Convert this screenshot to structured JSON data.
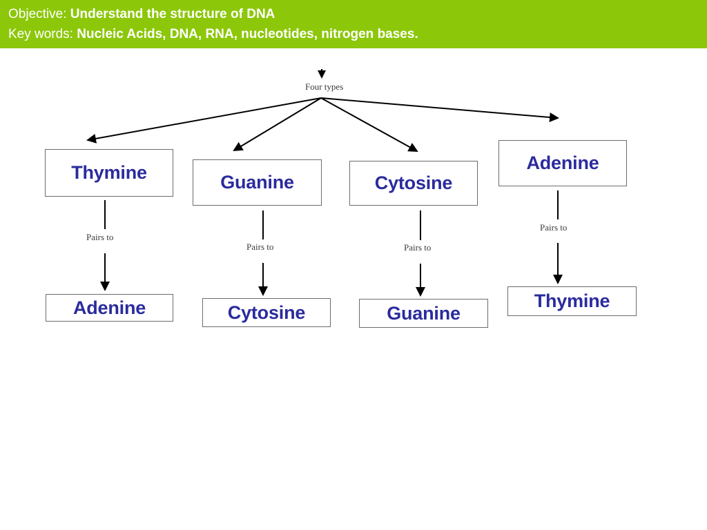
{
  "banner": {
    "line1_lead": "Objective:",
    "line1_emph": "Understand the structure of DNA",
    "line2_lead": "Key words:",
    "line2_emph": "Nucleic Acids, DNA, RNA, nucleotides, nitrogen bases.",
    "background_color": "#8CC70A",
    "text_color": "#FFFFFF"
  },
  "diagram": {
    "root_label": "Four types",
    "box_text_color": "#2B2B9E",
    "box_border_color": "#6B6B6B",
    "connector_color": "#000000",
    "top_row": [
      {
        "label": "Thymine"
      },
      {
        "label": "Guanine"
      },
      {
        "label": "Cytosine"
      },
      {
        "label": "Adenine"
      }
    ],
    "pair_labels": [
      {
        "text": "Pairs to"
      },
      {
        "text": "Pairs to"
      },
      {
        "text": "Pairs to"
      },
      {
        "text": "Pairs to"
      }
    ],
    "bottom_row": [
      {
        "label": "Adenine"
      },
      {
        "label": "Cytosine"
      },
      {
        "label": "Guanine"
      },
      {
        "label": "Thymine"
      }
    ]
  }
}
